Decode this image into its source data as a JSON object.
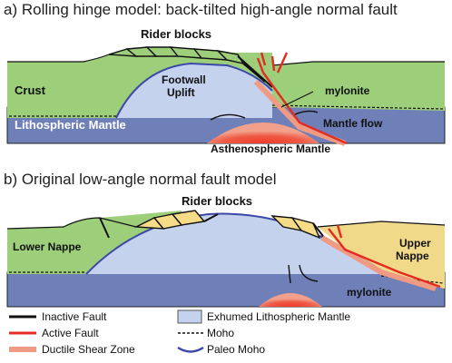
{
  "panel_a": {
    "title": "a) Rolling hinge model: back-tilted high-angle normal fault",
    "labels": {
      "rider_blocks": "Rider blocks",
      "crust": "Crust",
      "footwall_uplift_1": "Footwall",
      "footwall_uplift_2": "Uplift",
      "mylonite": "mylonite",
      "lithospheric_mantle": "Lithospheric Mantle",
      "mantle_flow": "Mantle flow",
      "asthenospheric_mantle": "Asthenospheric Mantle"
    }
  },
  "panel_b": {
    "title": "b) Original low-angle normal fault model",
    "labels": {
      "rider_blocks": "Rider blocks",
      "lower_nappe": "Lower Nappe",
      "upper_nappe_1": "Upper",
      "upper_nappe_2": "Nappe",
      "mylonite": "mylonite"
    }
  },
  "legend": {
    "inactive_fault": "Inactive Fault",
    "active_fault": "Active Fault",
    "ductile_shear_zone": "Ductile Shear Zone",
    "exhumed_mantle": "Exhumed Lithospheric Mantle",
    "moho": "Moho",
    "paleo_moho": "Paleo Moho"
  },
  "colors": {
    "crust": "#9dce7a",
    "lithospheric_mantle": "#6f7fb8",
    "exhumed_mantle": "#c4d2ee",
    "rider_blocks": "#f6dc86",
    "upper_nappe": "#f1d98a",
    "asthenosphere": "#e8523f",
    "active_fault": "#e32b22",
    "shear_zone": "#ef9a82",
    "paleo_moho": "#3b48a8",
    "inactive_fault": "#111111"
  }
}
